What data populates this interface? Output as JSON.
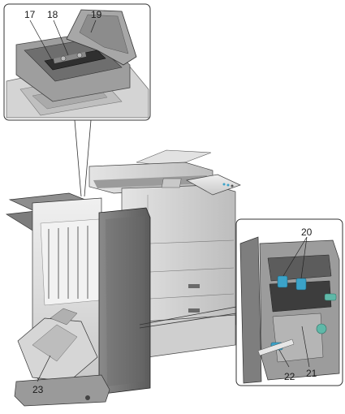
{
  "callouts": {
    "n17": "17",
    "n18": "18",
    "n19": "19",
    "n20": "20",
    "n21": "21",
    "n22": "22",
    "n23": "23"
  },
  "colors": {
    "machine_body": "#d9d9d9",
    "machine_dark": "#5a5a5a",
    "machine_shadow": "#9a9a9a",
    "finisher_panel": "#7a7a7a",
    "accent_blue": "#3ba3c9",
    "accent_green": "#5fb8a8",
    "outline": "#2b2b2b"
  }
}
